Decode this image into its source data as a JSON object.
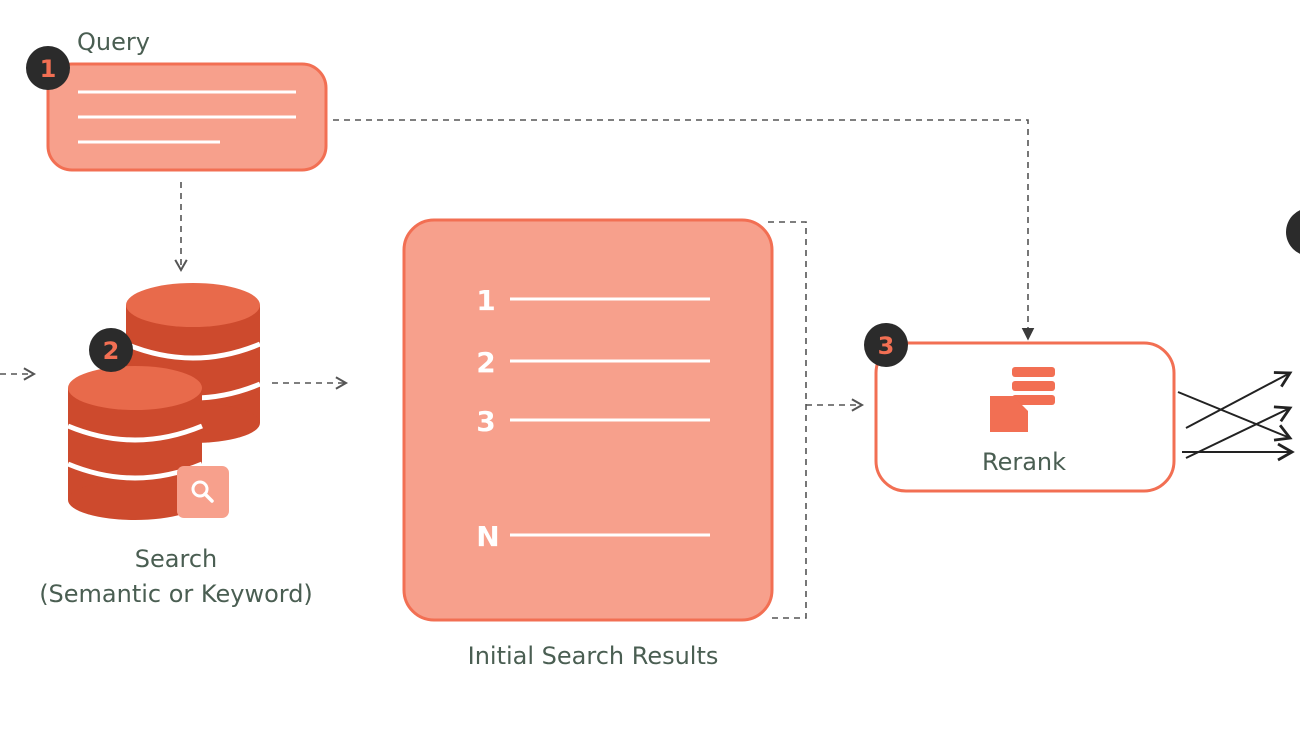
{
  "query": {
    "label": "Query",
    "step": "1"
  },
  "search": {
    "step": "2",
    "label_line1": "Search",
    "label_line2": "(Semantic or Keyword)",
    "icon": "magnifier-icon"
  },
  "results": {
    "caption": "Initial Search Results",
    "items": [
      "1",
      "2",
      "3",
      "N"
    ]
  },
  "rerank": {
    "step": "3",
    "label": "Rerank",
    "icon": "rerank-logo-icon"
  },
  "colors": {
    "coral": "#f7a08c",
    "coral_border": "#f26f53",
    "database_dark": "#cd4a2d",
    "database_light": "#e86a4b",
    "badge_bg": "#2b2b2b",
    "badge_text": "#f26f53",
    "label_text": "#4a5e52",
    "connector": "#555555"
  }
}
